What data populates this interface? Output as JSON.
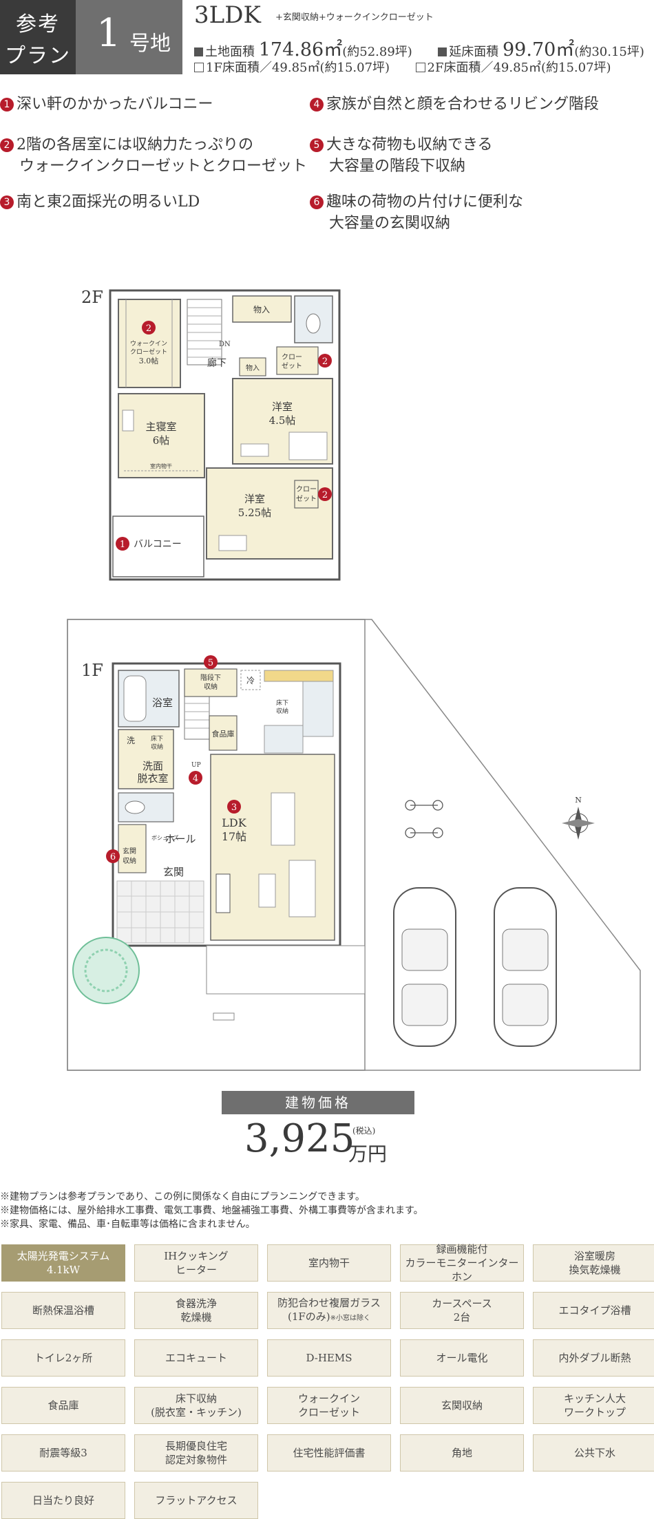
{
  "header": {
    "tag_line1": "参考",
    "tag_line2": "プラン",
    "lot_number": "1",
    "lot_unit": "号地",
    "plan_type": "3LDK",
    "plan_extra": "+玄関収納+ウォークインクローゼット",
    "land_area_label": "土地面積",
    "land_area_value": "174.86㎡",
    "land_area_tsubo": "(約52.89坪)",
    "total_floor_label": "延床面積",
    "total_floor_value": "99.70㎡",
    "total_floor_tsubo": "(約30.15坪)",
    "floor1": "1F床面積／49.85㎡(約15.07坪)",
    "floor2": "2F床面積／49.85㎡(約15.07坪)"
  },
  "features": [
    {
      "num": "1",
      "line1": "深い軒のかかったバルコニー",
      "line2": ""
    },
    {
      "num": "2",
      "line1": "2階の各居室には収納力たっぷりの",
      "line2": "ウォークインクローゼットとクローゼット"
    },
    {
      "num": "3",
      "line1": "南と東2面採光の明るいLD",
      "line2": ""
    },
    {
      "num": "4",
      "line1": "家族が自然と顔を合わせるリビング階段",
      "line2": ""
    },
    {
      "num": "5",
      "line1": "大きな荷物も収納できる",
      "line2": "大容量の階段下収納"
    },
    {
      "num": "6",
      "line1": "趣味の荷物の片付けに便利な",
      "line2": "大容量の玄関収納"
    }
  ],
  "plan2f": {
    "floor_label": "2F",
    "wic_label1": "ウォークイン",
    "wic_label2": "クローゼット",
    "wic_size": "3.0帖",
    "storage_top": "物入",
    "storage_small": "物入",
    "dn": "DN",
    "hall": "廊下",
    "closet1": "クロー",
    "closet1b": "ゼット",
    "master": "主寝室",
    "master_size": "6帖",
    "laundry_rod": "室内物干",
    "room_b": "洋室",
    "room_b_size": "4.5帖",
    "room_c": "洋室",
    "room_c_size": "5.25帖",
    "closet2": "クロー",
    "closet2b": "ゼット",
    "balcony": "バルコニー",
    "badges": [
      "2",
      "2",
      "2",
      "1"
    ]
  },
  "plan1f": {
    "floor_label": "1F",
    "bath": "浴室",
    "understair1": "階段下",
    "understair2": "収納",
    "fridge": "冷",
    "underfloor1": "床下",
    "underfloor2": "収納",
    "wash": "洗",
    "underfloor3": "床下",
    "underfloor4": "収納",
    "pantry": "食品庫",
    "up": "UP",
    "dressing1": "洗面",
    "dressing2": "脱衣室",
    "ldk": "LDK",
    "ldk_size": "17帖",
    "hall": "ホール",
    "shoes1": "玄関",
    "shoes2": "収納",
    "shoes_box": "ボシューズ",
    "entrance": "玄関",
    "north": "N",
    "badges": [
      "5",
      "4",
      "3",
      "6"
    ]
  },
  "price": {
    "label": "建物価格",
    "value": "3,925",
    "tax": "(税込)",
    "unit": "万円"
  },
  "notes": [
    "※建物プランは参考プランであり、この例に関係なく自由にプランニングできます。",
    "※建物価格には、屋外給排水工事費、電気工事費、地盤補強工事費、外構工事費等が含まれます。",
    "※家具、家電、備品、車･自転車等は価格に含まれません。"
  ],
  "specs": [
    {
      "l1": "太陽光発電システム",
      "l2": "4.1kW",
      "hl": true
    },
    {
      "l1": "IHクッキング",
      "l2": "ヒーター"
    },
    {
      "l1": "室内物干",
      "l2": ""
    },
    {
      "l1": "録画機能付",
      "l2": "カラーモニターインターホン"
    },
    {
      "l1": "浴室暖房",
      "l2": "換気乾燥機"
    },
    {
      "l1": "断熱保温浴槽",
      "l2": ""
    },
    {
      "l1": "食器洗浄",
      "l2": "乾燥機"
    },
    {
      "l1": "防犯合わせ複層ガラス",
      "l2": "(1Fのみ)",
      "small": "※小窓は除く"
    },
    {
      "l1": "カースペース",
      "l2": "2台"
    },
    {
      "l1": "エコタイプ浴槽",
      "l2": ""
    },
    {
      "l1": "トイレ2ヶ所",
      "l2": ""
    },
    {
      "l1": "エコキュート",
      "l2": ""
    },
    {
      "l1": "D-HEMS",
      "l2": ""
    },
    {
      "l1": "オール電化",
      "l2": ""
    },
    {
      "l1": "内外ダブル断熱",
      "l2": ""
    },
    {
      "l1": "食品庫",
      "l2": ""
    },
    {
      "l1": "床下収納",
      "l2": "(脱衣室・キッチン)"
    },
    {
      "l1": "ウォークイン",
      "l2": "クローゼット"
    },
    {
      "l1": "玄関収納",
      "l2": ""
    },
    {
      "l1": "キッチン人大",
      "l2": "ワークトップ"
    },
    {
      "l1": "耐震等級3",
      "l2": ""
    },
    {
      "l1": "長期優良住宅",
      "l2": "認定対象物件"
    },
    {
      "l1": "住宅性能評価書",
      "l2": ""
    },
    {
      "l1": "角地",
      "l2": ""
    },
    {
      "l1": "公共下水",
      "l2": ""
    },
    {
      "l1": "日当たり良好",
      "l2": ""
    },
    {
      "l1": "フラットアクセス",
      "l2": ""
    }
  ]
}
